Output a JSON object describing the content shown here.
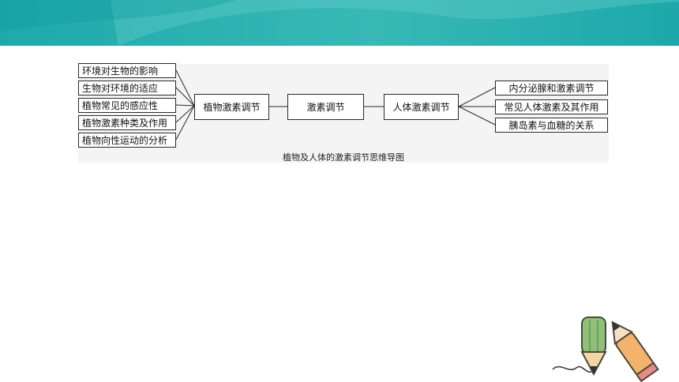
{
  "diagram": {
    "caption": "植物及人体的激素调节思维导图",
    "left_nodes": [
      "环境对生物的影响",
      "生物对环境的适应",
      "植物常见的感应性",
      "植物激素种类及作用",
      "植物向性运动的分析"
    ],
    "center_nodes": [
      "植物激素调节",
      "激素调节",
      "人体激素调节"
    ],
    "right_nodes": [
      "内分泌腺和激素调节",
      "常见人体激素及其作用",
      "胰岛素与血糖的关系"
    ]
  },
  "theme": {
    "header_color": "#29b3b3",
    "header_light": "#7fd6d3"
  }
}
